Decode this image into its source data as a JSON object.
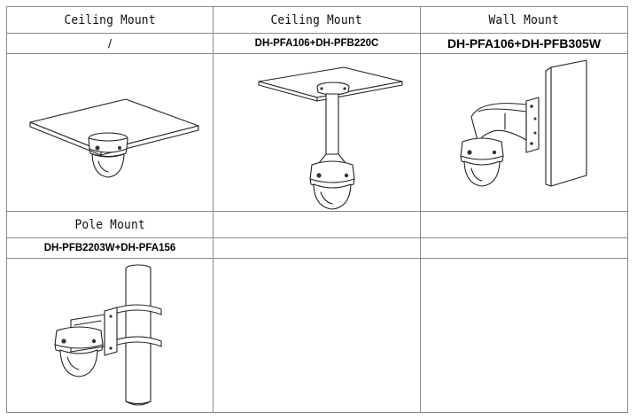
{
  "table": {
    "row1": {
      "headers": [
        "Ceiling Mount",
        "Ceiling Mount",
        "Wall Mount"
      ],
      "models": [
        "/",
        "DH-PFA106+DH-PFB220C",
        "DH-PFA106+DH-PFB305W"
      ],
      "images": [
        "ceiling-mount-direct",
        "ceiling-mount-pendant",
        "wall-mount-bracket"
      ]
    },
    "row2": {
      "headers": [
        "Pole Mount",
        "",
        ""
      ],
      "models": [
        "DH-PFB2203W+DH-PFA156",
        "",
        ""
      ],
      "images": [
        "pole-mount-bracket",
        "",
        ""
      ]
    }
  }
}
